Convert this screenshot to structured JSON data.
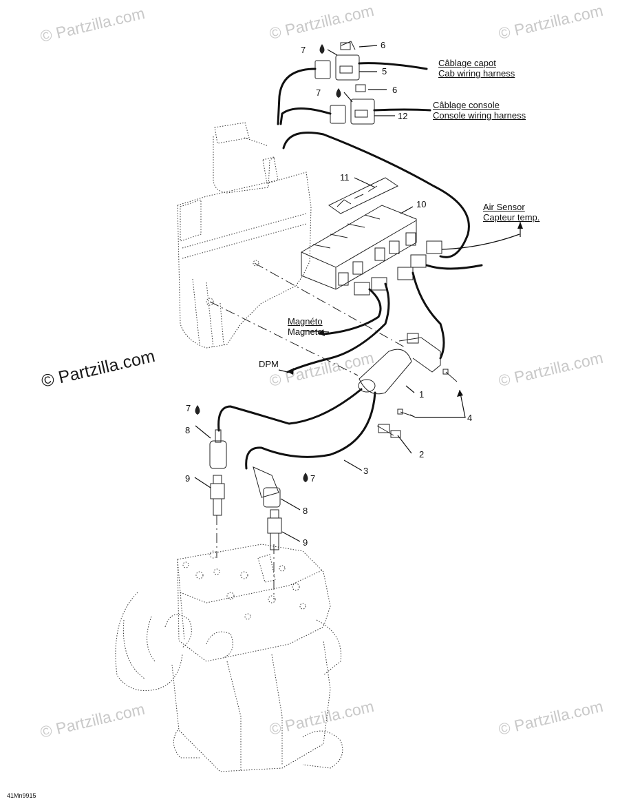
{
  "watermarks": {
    "small": "© Partzilla.com",
    "main": "© Partzilla.com"
  },
  "labels": {
    "cab_harness_fr": "Câblage capot",
    "cab_harness_en": "Cab wiring harness",
    "console_harness_fr": "Câblage console",
    "console_harness_en": "Console wiring harness",
    "air_sensor_en": "Air Sensor",
    "air_sensor_fr": "Capteur temp.",
    "magneto_fr": "Magnéto",
    "magneto_en": "Magneto",
    "dpm": "DPM"
  },
  "callouts": {
    "n1": "1",
    "n2": "2",
    "n3": "3",
    "n4": "4",
    "n5": "5",
    "n6": "6",
    "n7": "7",
    "n8": "8",
    "n9": "9",
    "n10": "10",
    "n11": "11",
    "n12": "12"
  },
  "figure_id": "41Mn9915",
  "colors": {
    "line": "#222222",
    "watermark": "#c9c9c9"
  }
}
